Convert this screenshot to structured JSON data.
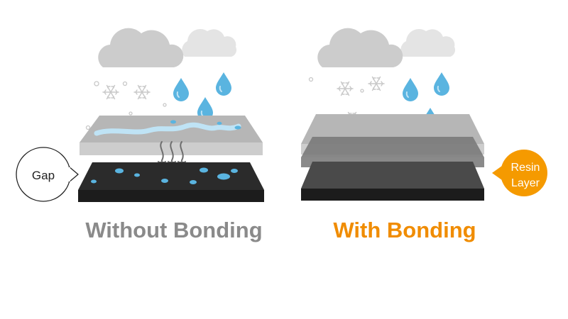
{
  "panels": {
    "without": {
      "title": "Without Bonding",
      "callout": "Gap"
    },
    "with": {
      "title": "With Bonding",
      "callout_lines": [
        "Resin",
        "Layer"
      ]
    }
  },
  "colors": {
    "cloud_front": "#cccccc",
    "cloud_back": "#e4e4e4",
    "water_drop": "#5ab4e0",
    "water_drop_light": "#bfe3f5",
    "cover_glass_top": "#b6b6b6",
    "cover_glass_front": "#cdcdcd",
    "panel_dark_top": "#2b2b2b",
    "panel_dark_front": "#1c1c1c",
    "resin_top": "#7a7a7a",
    "resin_front": "#8a8a8a",
    "without_title": "#8a8a8a",
    "with_title": "#f08c00",
    "callout_orange": "#f59a00",
    "snowflake": "#c8c8c8",
    "arrow": "#6e6e6e"
  },
  "icons": [
    "cloud-icon",
    "raindrop-icon",
    "snowflake-icon",
    "condensation-arrow-icon"
  ]
}
